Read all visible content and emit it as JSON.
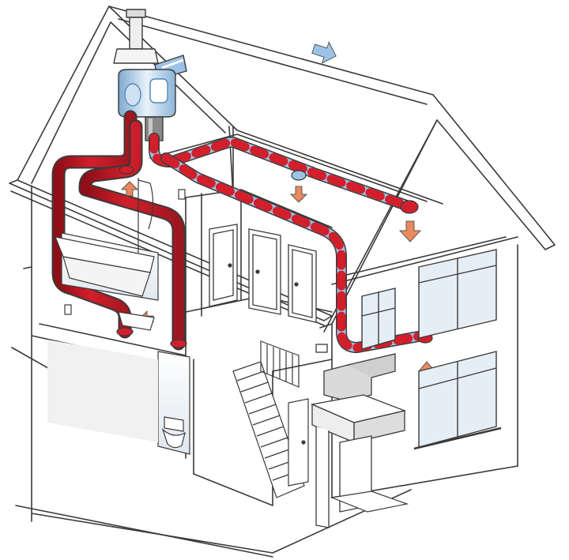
{
  "colors": {
    "background": "#ffffff",
    "line": "#3a3a3a",
    "thin_line": "#6a6a6a",
    "supply_duct": "#d21f2b",
    "supply_duct_dark": "#8e0f17",
    "extract_stripe": "#9cc3e6",
    "extract_stripe_dark": "#4f86b8",
    "arrow_supply": "#e98a5e",
    "arrow_extract": "#9cc3e6",
    "unit_body": "#b9d4ea",
    "glass": "#e6eef5",
    "floor": "#f1f1f1",
    "wall_tile": "#eef3f7"
  },
  "icons": [
    "house-cutaway",
    "ventilation-unit",
    "roof-vent-stack",
    "supply-duct",
    "extract-duct",
    "airflow-arrow",
    "door",
    "window",
    "staircase",
    "bathtub",
    "shower",
    "toilet",
    "sink",
    "kitchen-hood",
    "light-switch"
  ]
}
